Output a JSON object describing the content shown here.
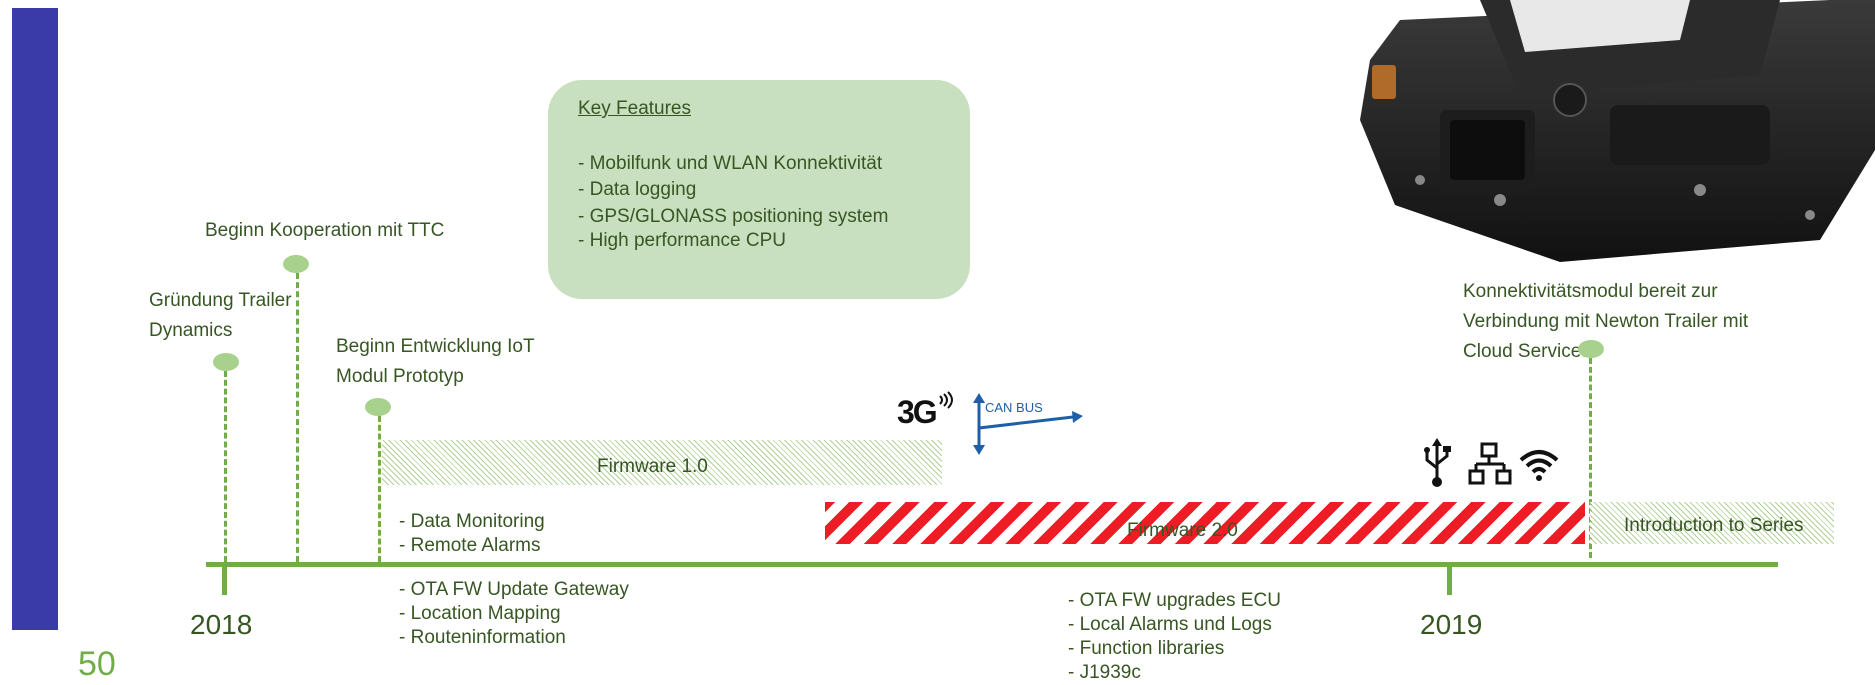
{
  "page_number": "50",
  "key_features": {
    "title": "Key Features",
    "items": [
      "- Mobilfunk und WLAN Konnektivität",
      "- Data logging",
      "- GPS/GLONASS positioning system",
      "- High performance CPU"
    ]
  },
  "milestones": {
    "gruendung": [
      "Gründung Trailer",
      "Dynamics"
    ],
    "kooperation": "Beginn Kooperation mit TTC",
    "entwicklung": [
      "Beginn Entwicklung IoT",
      "Modul Prototyp"
    ],
    "konnektivitaet": [
      "Konnektivitätsmodul bereit zur",
      "Verbindung mit Newton Trailer mit",
      "Cloud Services"
    ]
  },
  "firmware": {
    "fw1_label": "Firmware 1.0",
    "fw1_features_above": [
      "- Data Monitoring",
      "- Remote Alarms"
    ],
    "fw1_features_below": [
      "- OTA FW Update Gateway",
      "- Location Mapping",
      "- Routeninformation"
    ],
    "fw2_label": "Firmware 2.0",
    "fw2_features": [
      "- OTA FW upgrades ECU",
      "- Local Alarms und Logs",
      "- Function libraries",
      "- J1939c"
    ],
    "series_label": "Introduction to Series"
  },
  "years": [
    "2018",
    "2019"
  ],
  "icons": {
    "three_g_text": "3G",
    "canbus_text": "CAN BUS",
    "connectivity_icons": [
      "usb-icon",
      "network-icon",
      "wifi-icon"
    ]
  },
  "colors": {
    "accent_green": "#70ad47",
    "light_green": "#a9d18e",
    "text_green": "#375623",
    "box_green": "#c9e0c0",
    "red": "#ee1c24",
    "blue_bar": "#3a3aa8"
  }
}
